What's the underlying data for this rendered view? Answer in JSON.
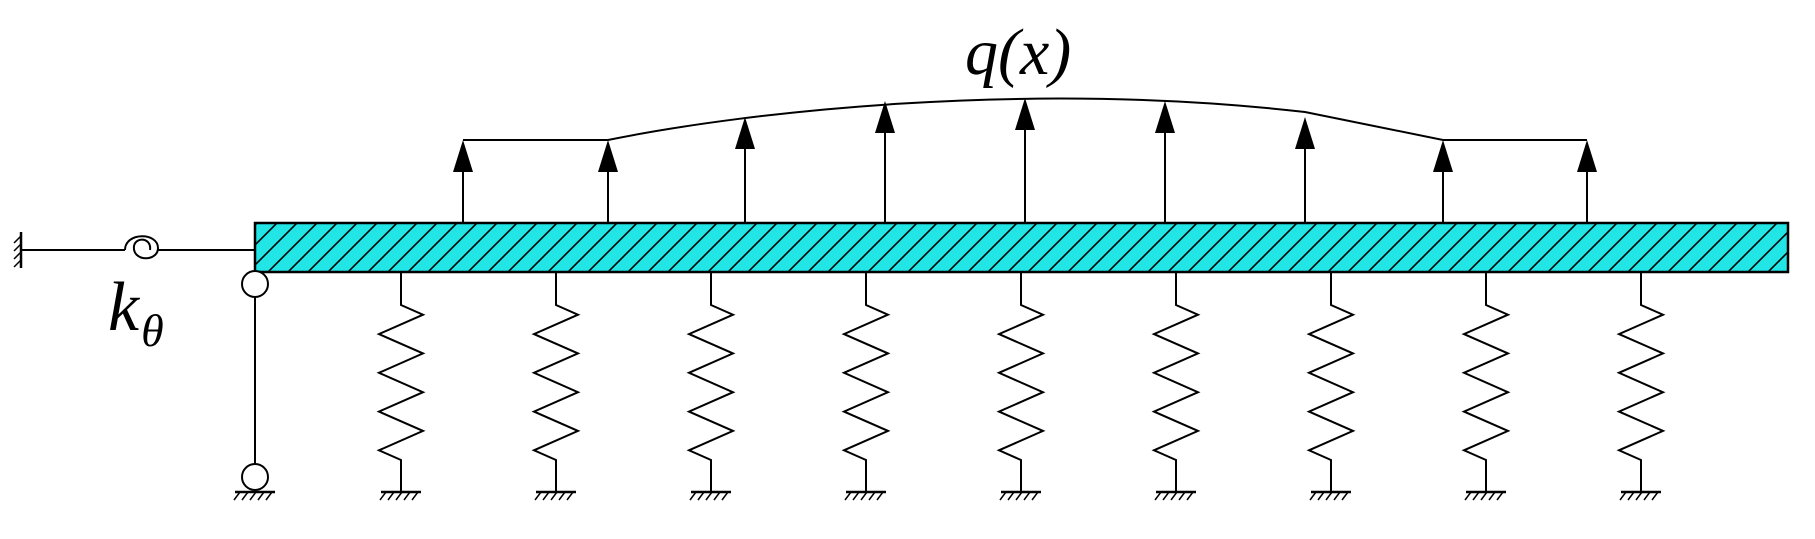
{
  "labels": {
    "load": "q(x)",
    "spring_k": "k",
    "spring_k_sub": "θ"
  },
  "colors": {
    "beam_fill": "#22E6E6",
    "stroke": "#000000"
  },
  "diagram": {
    "load_arrow_count": 9,
    "foundation_spring_count": 9
  }
}
